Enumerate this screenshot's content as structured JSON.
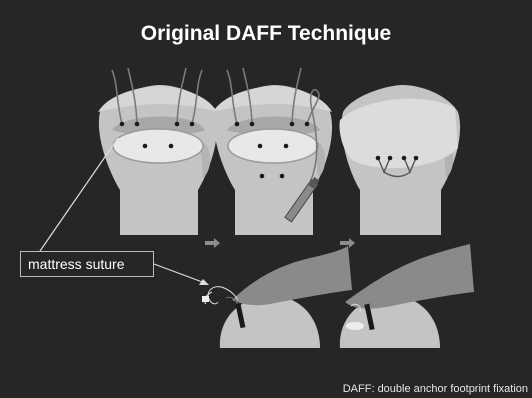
{
  "slide": {
    "title": "Original DAFF Technique",
    "label": "mattress suture",
    "footnote": "DAFF: double anchor footprint fixation"
  },
  "colors": {
    "background": "#262626",
    "bone": "#c4c4c4",
    "cartilage_cap": "#d6d6d6",
    "tendon": "#8a8a8a",
    "suture": "#7a7a7a",
    "arrow": "#8c8c8c",
    "text": "#ffffff"
  }
}
